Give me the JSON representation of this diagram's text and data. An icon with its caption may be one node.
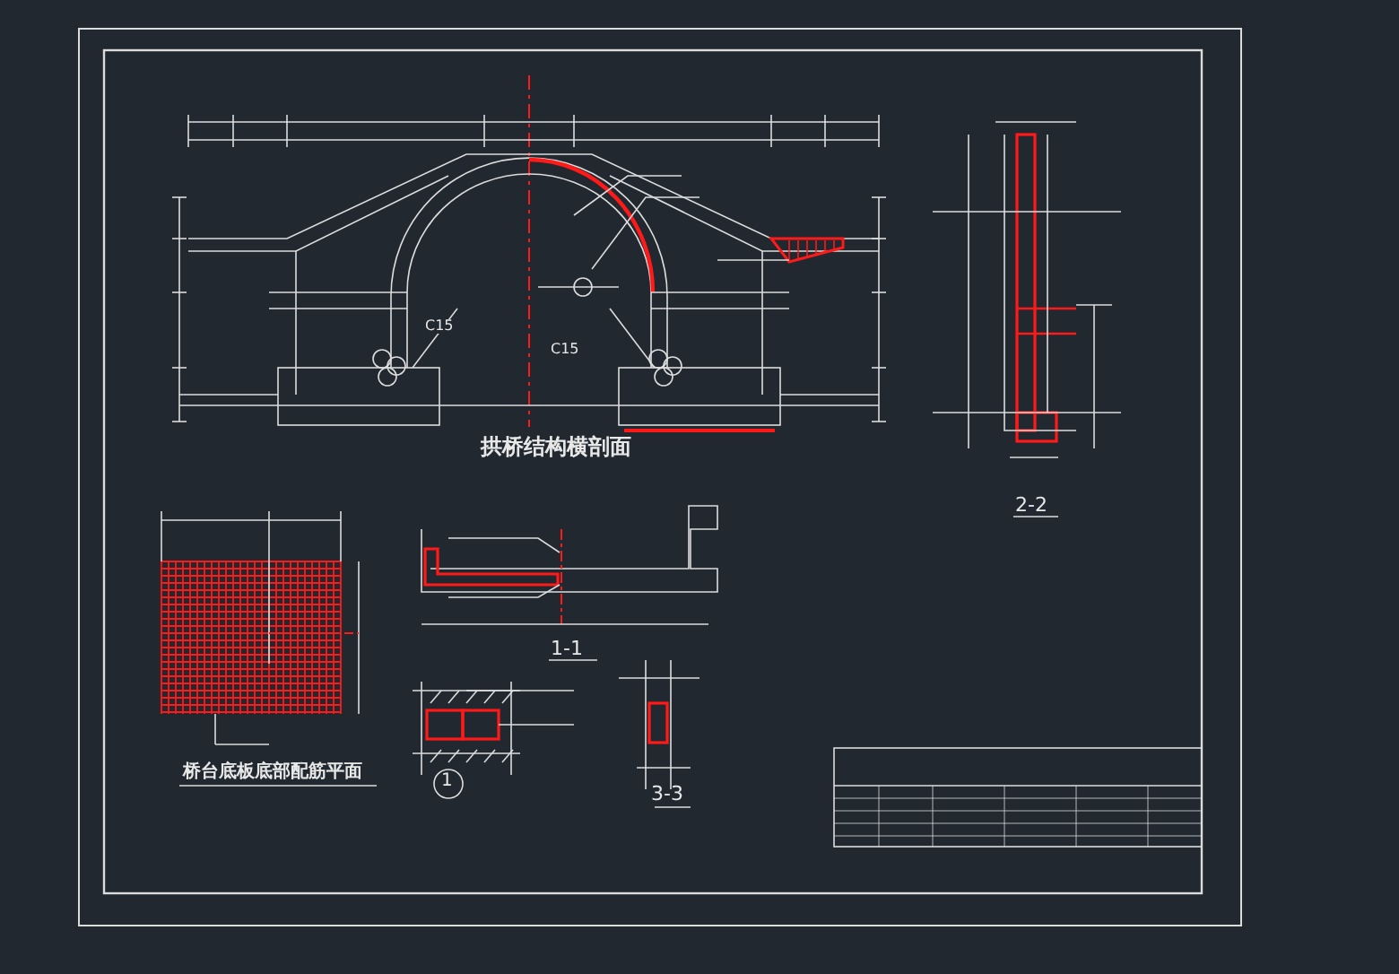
{
  "diagram": {
    "labels": [
      "拱桥结构横剖面",
      "2-2",
      "桥台底板底部配筋平面",
      "1-1",
      "3-3",
      "1",
      "C15",
      "C15"
    ]
  }
}
